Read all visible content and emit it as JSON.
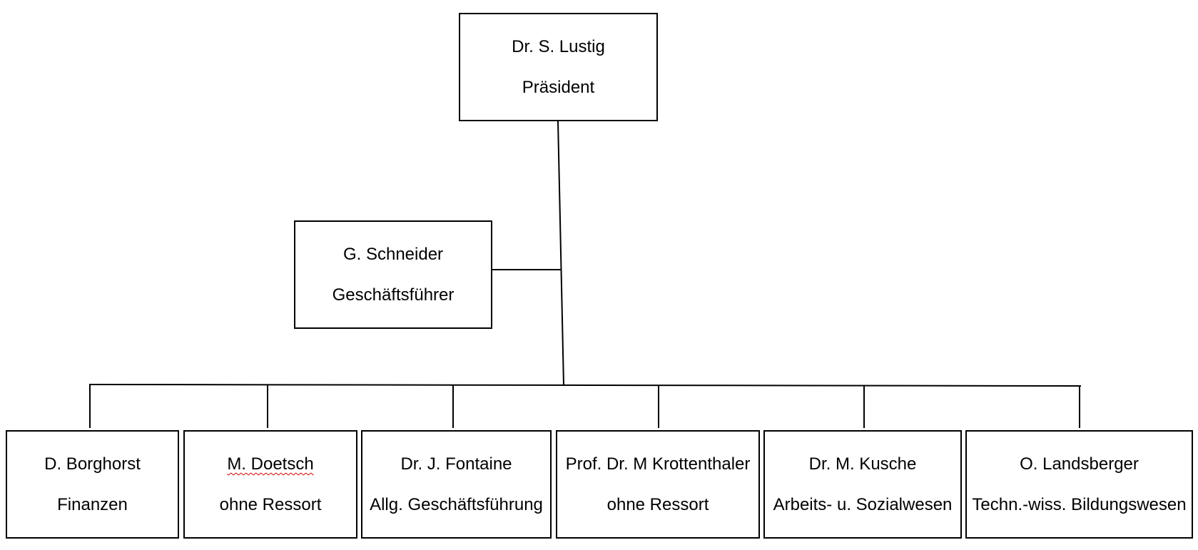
{
  "president": {
    "name": "Dr. S. Lustig",
    "role": "Präsident"
  },
  "manager": {
    "name": "G. Schneider",
    "role": "Geschäftsführer"
  },
  "members": [
    {
      "name": "D. Borghorst",
      "role": "Finanzen"
    },
    {
      "name": "M. Doetsch",
      "role": "ohne Ressort"
    },
    {
      "name": "Dr. J. Fontaine",
      "role": "Allg. Geschäftsführung"
    },
    {
      "name": "Prof. Dr. M Krottenthaler",
      "role": "ohne Ressort"
    },
    {
      "name": "Dr. M. Kusche",
      "role": "Arbeits- u. Sozialwesen"
    },
    {
      "name": "O. Landsberger",
      "role": "Techn.-wiss. Bildungswesen"
    }
  ]
}
